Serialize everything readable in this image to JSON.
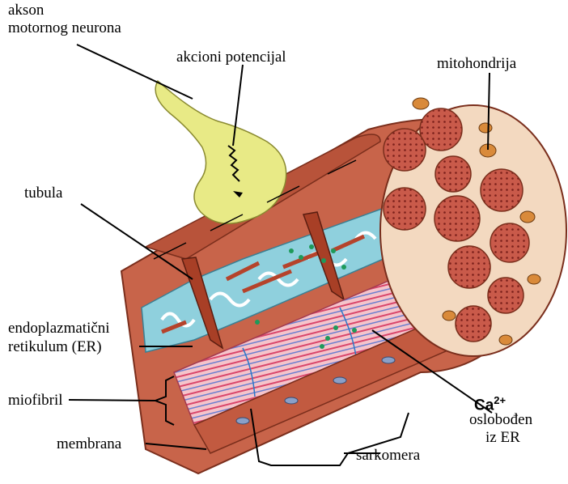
{
  "labels": {
    "akson_line1": "akson",
    "akson_line2": "motornog neurona",
    "akcioni_potencijal": "akcioni potencijal",
    "mitohondrija": "mitohondrija",
    "tubula": "tubula",
    "er_line1": "endoplazmatični",
    "er_line2": "retikulum (ER)",
    "miofibril": "miofibril",
    "membrana": "membrana",
    "sarkomera": "sarkomera",
    "ca_symbol": "Ca",
    "ca_charge": "2+",
    "ca_line2": "oslobođen",
    "ca_line3": "iz ER"
  },
  "colors": {
    "muscle_outer": "#c8644a",
    "muscle_dark": "#8c3a25",
    "reticulum": "#8fd0dd",
    "myofibril_pink": "#f4b7c0",
    "myofibril_stripe": "#d9466b",
    "mitochondrion": "#d96a3a",
    "neuron": "#e8ea86",
    "calcium": "#1e9a5a"
  }
}
